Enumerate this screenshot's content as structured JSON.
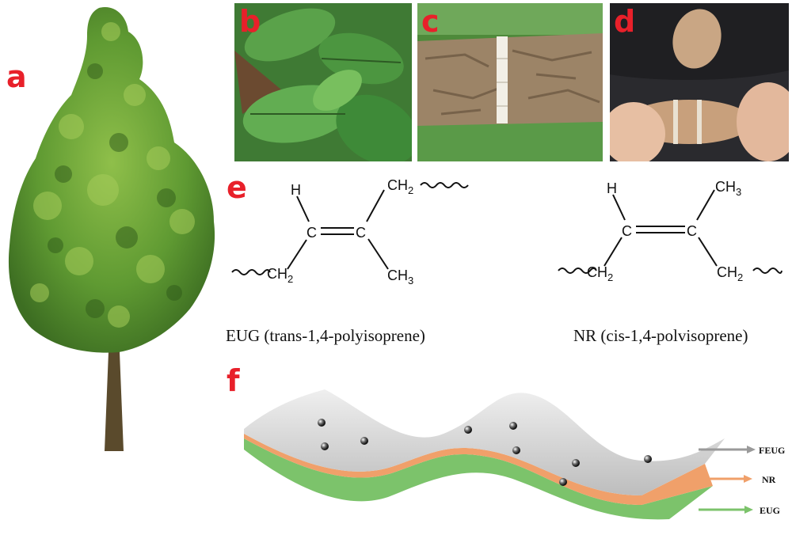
{
  "panels": {
    "a": "a",
    "b": "b",
    "c": "c",
    "d": "d",
    "e": "e",
    "f": "f"
  },
  "chem": {
    "left": {
      "h": "H",
      "c1": "C",
      "c2": "C",
      "ch2_top": "CH",
      "ch2_top_sub": "2",
      "ch2_bottom": "CH",
      "ch2_bottom_sub": "2",
      "ch3": "CH",
      "ch3_sub": "3"
    },
    "right": {
      "h": "H",
      "c1": "C",
      "c2": "C",
      "ch3": "CH",
      "ch3_sub": "3",
      "ch2_left": "CH",
      "ch2_left_sub": "2",
      "ch2_right": "CH",
      "ch2_right_sub": "2"
    }
  },
  "captions": {
    "eug": "EUG (trans-1,4-polyisoprene)",
    "nr": "NR (cis-1,4-polvisoprene)"
  },
  "layers": [
    {
      "label": "FEUG",
      "color": "#a9a9a9"
    },
    {
      "label": "NR",
      "color": "#f0a06a"
    },
    {
      "label": "EUG",
      "color": "#7cc36b"
    }
  ],
  "colors": {
    "panel_letter": "#e8202a"
  }
}
